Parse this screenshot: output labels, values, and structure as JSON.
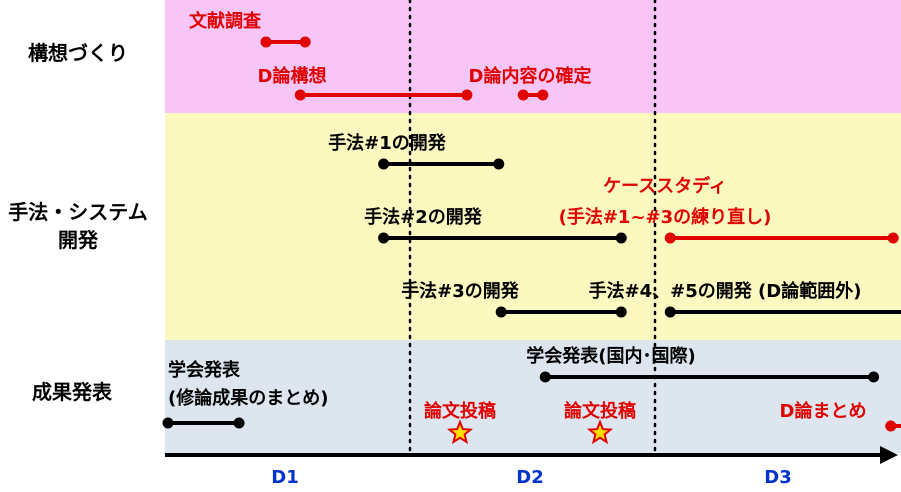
{
  "rows": [
    {
      "label": "構想づくり",
      "color": "#F7C6F7"
    },
    {
      "label": [
        "手法・システム",
        "開発"
      ],
      "color": "#FBF8C0"
    },
    {
      "label": "成果発表",
      "color": "#DDE5EF"
    }
  ],
  "axis": {
    "periods": [
      "D1",
      "D2",
      "D3"
    ],
    "color": "#0033CC"
  },
  "colors": {
    "black": "#000000",
    "red": "#E00000",
    "star_fill": "#FFE000"
  },
  "tasks": [
    {
      "text": "文献調査",
      "color": "red",
      "start": 0.4,
      "end": 0.56
    },
    {
      "text": "D論構想",
      "color": "red",
      "start": 0.54,
      "end": 1.22
    },
    {
      "text": "D論内容の確定",
      "color": "red",
      "start": 1.45,
      "end": 1.53
    },
    {
      "text": "手法#1の開発",
      "color": "black",
      "start": 0.88,
      "end": 1.35
    },
    {
      "text": "手法#2の開発",
      "color": "black",
      "start": 0.88,
      "end": 1.85
    },
    {
      "text": [
        "ケーススタディ",
        "(手法#1~#3の練り直し)"
      ],
      "color": "red",
      "start": 2.05,
      "end": 2.96
    },
    {
      "text": "手法#3の開発",
      "color": "black",
      "start": 1.36,
      "end": 1.85
    },
    {
      "text": "手法#4、#5の開発 (D論範囲外)",
      "color": "black",
      "start": 2.05,
      "end": 3.18
    },
    {
      "text": "学会発表(国内･国際)",
      "color": "black",
      "start": 1.54,
      "end": 2.88
    },
    {
      "text": [
        "学会発表",
        "(修論成果のまとめ)"
      ],
      "color": "black",
      "start": 0.0,
      "end": 0.29
    },
    {
      "text": "論文投稿",
      "color": "red",
      "milestone": 1.54
    },
    {
      "text": "論文投稿",
      "color": "red",
      "milestone": 2.04
    },
    {
      "text": "D論まとめ",
      "color": "red",
      "start": 2.95,
      "end": 3.15
    }
  ]
}
